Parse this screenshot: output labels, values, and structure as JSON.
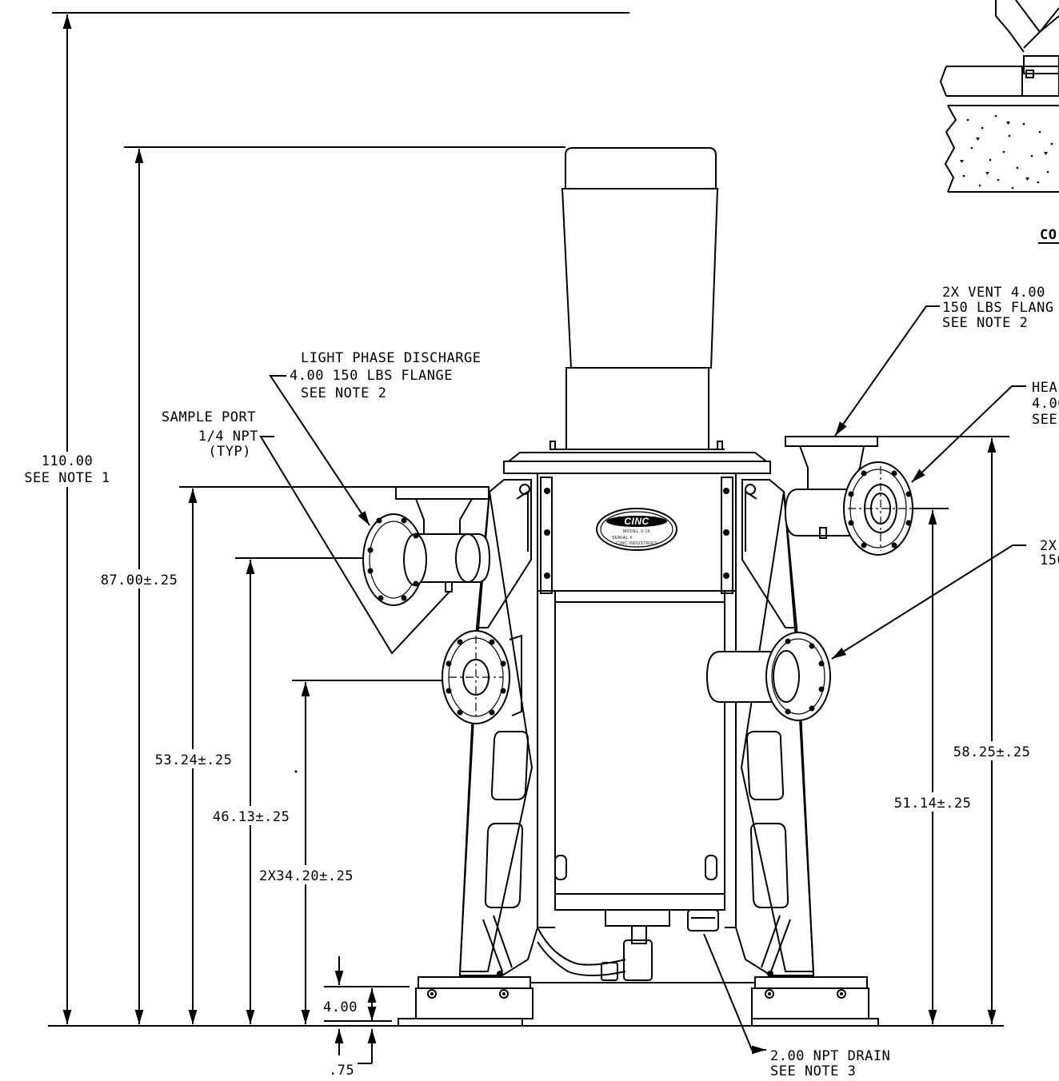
{
  "dimensions": {
    "overall_height_value": "110.00",
    "overall_height_note": "SEE NOTE 1",
    "motor_top": "87.00±.25",
    "light_phase_center": "53.24±.25",
    "sample_port_height": "46.13±.25",
    "feed_inlet_height": "2X34.20±.25",
    "vent_flange_height": "58.25±.25",
    "heavy_phase_height": "51.14±.25",
    "base_height": "4.00",
    "plate_thickness": ".75"
  },
  "callouts": {
    "light_phase": [
      "LIGHT PHASE DISCHARGE",
      "4.00 150 LBS FLANGE",
      "SEE NOTE 2"
    ],
    "sample_port": [
      "SAMPLE PORT",
      "1/4 NPT",
      "(TYP)"
    ],
    "vent": [
      "2X VENT 4.00",
      "150 LBS FLANG",
      "SEE NOTE 2"
    ],
    "heavy_phase": [
      "HEA",
      "4.00",
      "SEE"
    ],
    "inlet": [
      "2X",
      "150"
    ],
    "drain": [
      "2.00 NPT DRAIN",
      "SEE NOTE 3"
    ]
  },
  "detail": {
    "title_fragment": "CO"
  },
  "nameplate": {
    "brand": "CINC",
    "model": "MODEL V-16",
    "line2": "SERIAL #",
    "line3": "CINC INDUSTRIES"
  }
}
